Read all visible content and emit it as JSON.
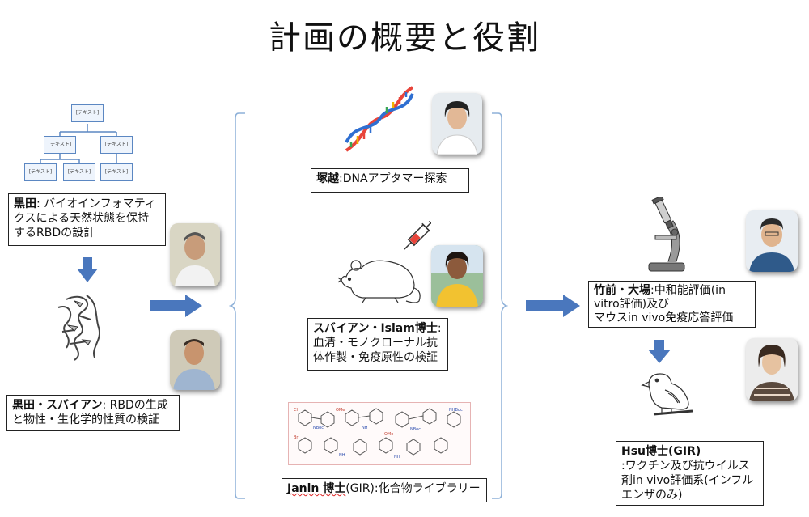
{
  "slide": {
    "title": "計画の概要と役割"
  },
  "org_chart": {
    "node_label": "[テキスト]"
  },
  "boxes": {
    "kuroda": {
      "name": "黒田",
      "text": ": バイオインフォマティクスによる天然状態を保持するRBDの設計"
    },
    "kuroda_subaian": {
      "name": "黒田・スバイアン",
      "text": ": RBDの生成と物性・生化学的性質の検証"
    },
    "tsukakoshi": {
      "name": "塚越",
      "text": ":DNAアプタマー探索"
    },
    "subaian_islam": {
      "name": "スバイアン・Islam博士",
      "text": ": 血清・モノクローナル抗体作製・免疫原性の検証"
    },
    "janin": {
      "name": "Janin 博士",
      "text": "(GIR):化合物ライブラリー"
    },
    "takemae_oba": {
      "name": "竹前・大場",
      "line1": ":中和能評価(in",
      "line2": "vitro評価)及び",
      "line3": "マウスin vivo免疫応答評価"
    },
    "hsu": {
      "name": "Hsu博士(GIR)",
      "text": ":ワクチン及び抗ウイルス剤in vivo評価系(インフルエンザのみ)"
    }
  },
  "colors": {
    "arrow": "#4a77bd",
    "bracket": "#8db0d8",
    "org_border": "#5b87c2",
    "dna_red": "#e8443a",
    "dna_blue": "#2f6fd1"
  },
  "icons": {
    "dna": "dna-helix-icon",
    "mouse": "mouse-icon",
    "syringe": "syringe-icon",
    "microscope": "microscope-icon",
    "bird": "bird-icon",
    "protein": "protein-structure-icon",
    "chem": "chemical-structures-icon"
  }
}
